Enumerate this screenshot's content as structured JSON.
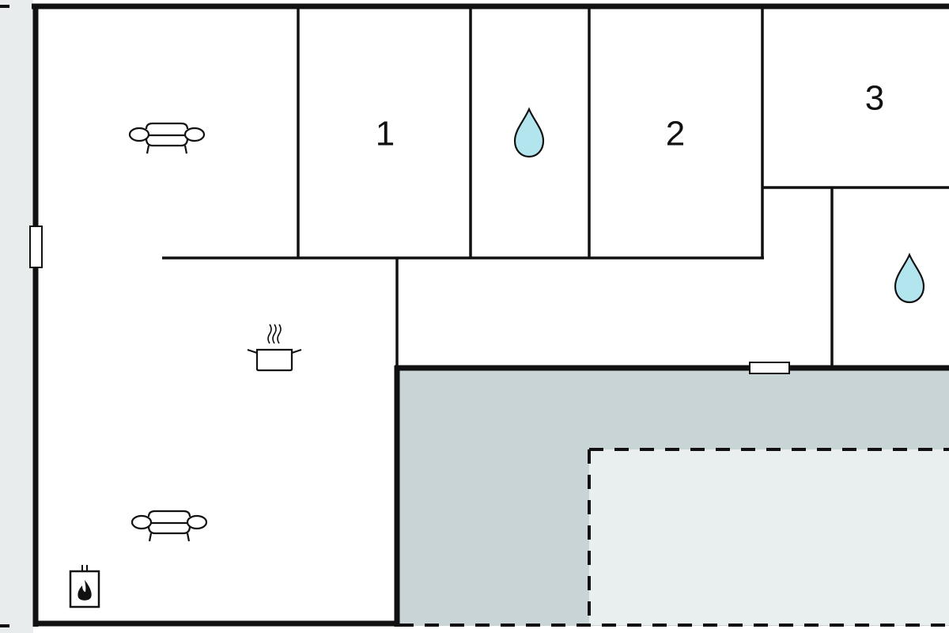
{
  "rooms": {
    "bedroom_1": {
      "label": "1"
    },
    "bedroom_2": {
      "label": "2"
    },
    "bedroom_3": {
      "label": "3"
    }
  },
  "icons": [
    "sofa-icon",
    "water-drop-icon",
    "cooking-pot-icon",
    "fireplace-icon",
    "window-icon"
  ],
  "colors": {
    "outside": "#e8eced",
    "terrace": "#c8d4d5",
    "pool": "#e9eeee",
    "water": "#b3e5ee",
    "wall": "#111111"
  }
}
